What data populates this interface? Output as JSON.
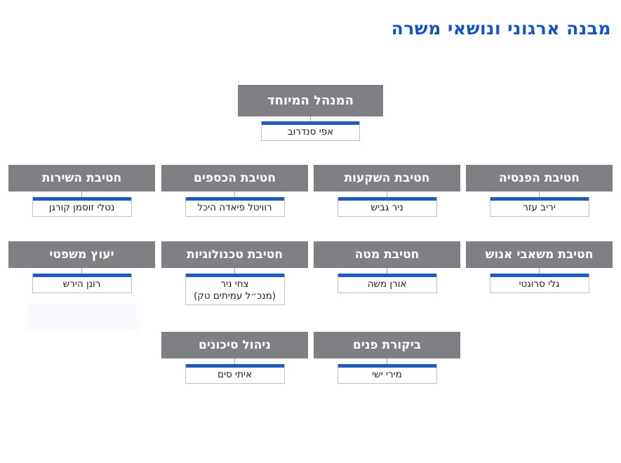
{
  "title": "מבנה ארגוני ונושאי משרה",
  "colors": {
    "title_blue": "#1155CC",
    "accent_bar_blue": "#1A5BC8",
    "box_gray": "#7E8084"
  },
  "org": {
    "root": {
      "role": "המנהל המיוחד",
      "name": "אפי סנדרוב"
    },
    "row1": [
      {
        "role": "חטיבת השירות",
        "name": "נטלי זוסמן קורגן"
      },
      {
        "role": "חטיבת הכספים",
        "name": "רוויטל פיאדה היכל"
      },
      {
        "role": "חטיבת השקעות",
        "name": "ניר גביש"
      },
      {
        "role": "חטיבת הפנסיה",
        "name": "יריב עזר"
      }
    ],
    "row2": [
      {
        "role": "יעוץ משפטי",
        "name": "רונן הירש"
      },
      {
        "role": "חטיבת טכנולוגיות",
        "name": "צחי ניר",
        "name2": "(מנכ״ל עמיתים טק)"
      },
      {
        "role": "חטיבת מטה",
        "name": "אורן משה"
      },
      {
        "role": "חטיבת משאבי אנוש",
        "name": "גלי סרוגטי"
      }
    ],
    "row3": [
      {
        "role": "ניהול סיכונים",
        "name": "איתי סים"
      },
      {
        "role": "ביקורת פנים",
        "name": "מירי ישי"
      }
    ]
  }
}
